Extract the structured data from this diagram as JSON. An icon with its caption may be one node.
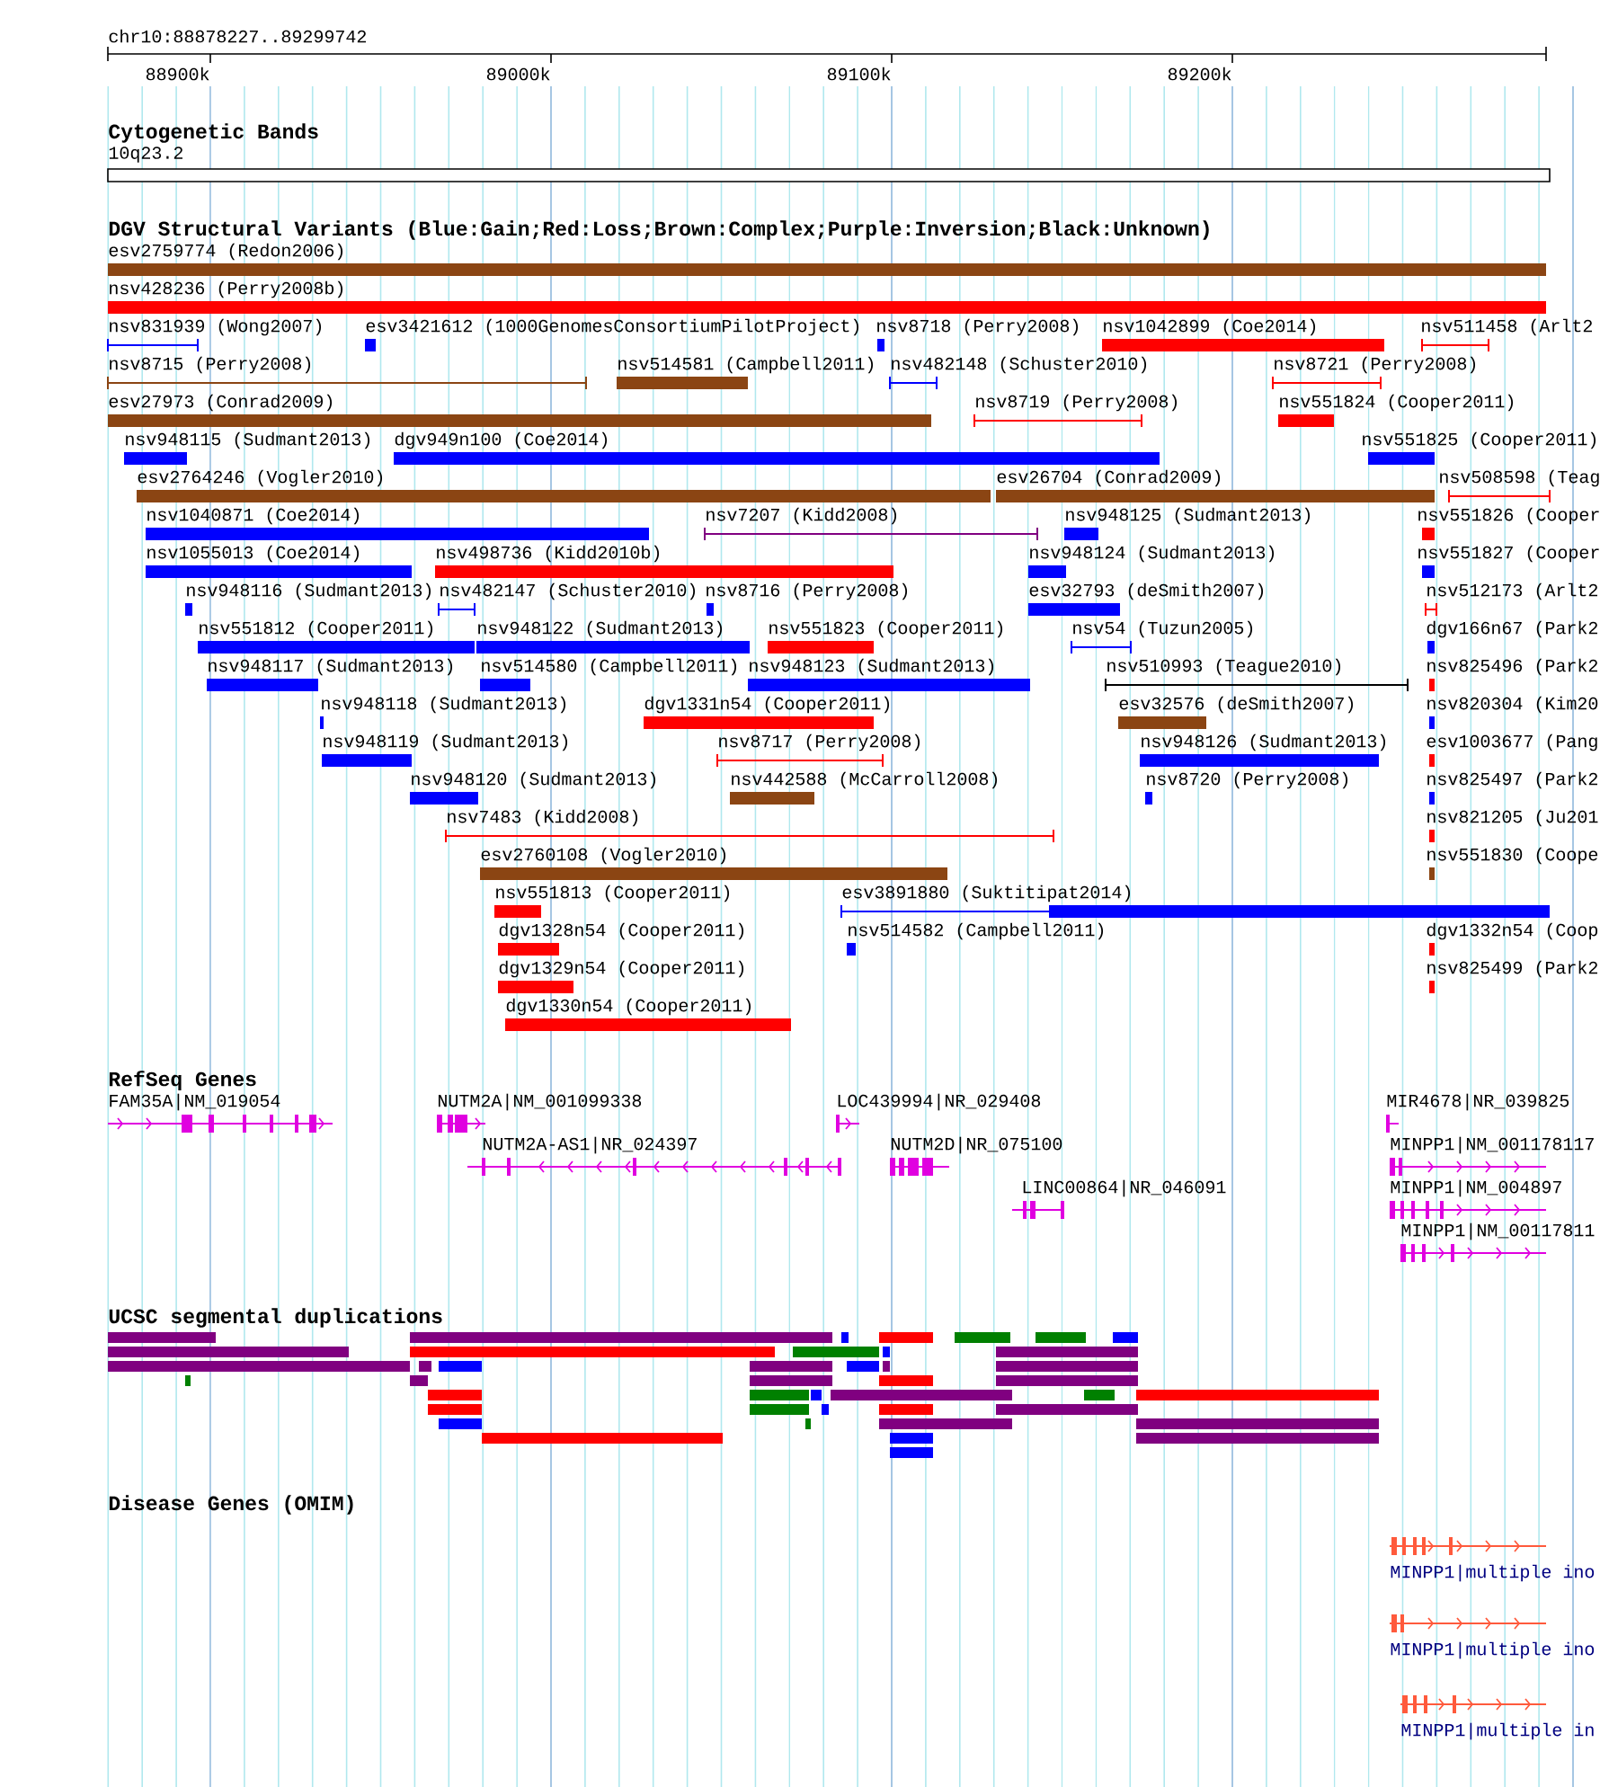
{
  "diagram": {
    "labels": [
      "chr10:88878227..89299742",
      "88900k",
      "89000k",
      "89100k",
      "89200k",
      "Cytogenetic Bands",
      "10q23.2",
      "DGV Structural Variants (Blue:Gain;Red:Loss;Brown:Complex;Purple:Inversion;Black:Unknown)",
      "esv2759774 (Redon2006)",
      "nsv428236 (Perry2008b)",
      "nsv831939 (Wong2007)",
      "esv3421612 (1000GenomesConsortiumPilotProject)",
      "nsv8718 (Perry2008)",
      "nsv1042899 (Coe2014)",
      "nsv511458 (Arlt2",
      "nsv8715 (Perry2008)",
      "nsv514581 (Campbell2011)",
      "nsv482148 (Schuster2010)",
      "nsv8721 (Perry2008)",
      "esv27973 (Conrad2009)",
      "nsv8719 (Perry2008)",
      "nsv551824 (Cooper2011)",
      "nsv948115 (Sudmant2013)",
      "dgv949n100 (Coe2014)",
      "nsv551825 (Cooper2011)",
      "esv2764246 (Vogler2010)",
      "esv26704 (Conrad2009)",
      "nsv508598 (Teag",
      "nsv1040871 (Coe2014)",
      "nsv7207 (Kidd2008)",
      "nsv948125 (Sudmant2013)",
      "nsv551826 (Cooper",
      "nsv1055013 (Coe2014)",
      "nsv498736 (Kidd2010b)",
      "nsv948124 (Sudmant2013)",
      "nsv551827 (Cooper",
      "nsv948116 (Sudmant2013)",
      "nsv482147 (Schuster2010)",
      "nsv8716 (Perry2008)",
      "esv32793 (deSmith2007)",
      "nsv512173 (Arlt2",
      "nsv551812 (Cooper2011)",
      "nsv948122 (Sudmant2013)",
      "nsv551823 (Cooper2011)",
      "nsv54 (Tuzun2005)",
      "dgv166n67 (Park2",
      "nsv948117 (Sudmant2013)",
      "nsv514580 (Campbell2011)",
      "nsv948123 (Sudmant2013)",
      "nsv510993 (Teague2010)",
      "nsv825496 (Park2",
      "nsv948118 (Sudmant2013)",
      "dgv1331n54 (Cooper2011)",
      "esv32576 (deSmith2007)",
      "nsv820304 (Kim20",
      "nsv948119 (Sudmant2013)",
      "nsv8717 (Perry2008)",
      "nsv948126 (Sudmant2013)",
      "esv1003677 (Pang",
      "nsv948120 (Sudmant2013)",
      "nsv442588 (McCarroll2008)",
      "nsv8720 (Perry2008)",
      "nsv825497 (Park2",
      "nsv7483 (Kidd2008)",
      "nsv821205 (Ju201",
      "esv2760108 (Vogler2010)",
      "nsv551830 (Coope",
      "nsv551813 (Cooper2011)",
      "esv3891880 (Suktitipat2014)",
      "dgv1328n54 (Cooper2011)",
      "nsv514582 (Campbell2011)",
      "dgv1332n54 (Coop",
      "dgv1329n54 (Cooper2011)",
      "nsv825499 (Park2",
      "dgv1330n54 (Cooper2011)",
      "RefSeq Genes",
      "FAM35A|NM_019054",
      "NUTM2A|NM_001099338",
      "LOC439994|NR_029408",
      "MIR4678|NR_039825",
      "NUTM2A-AS1|NR_024397",
      "NUTM2D|NR_075100",
      "MINPP1|NM_001178117",
      "LINC00864|NR_046091",
      "MINPP1|NM_004897",
      "MINPP1|NM_00117811",
      "UCSC segmental duplications",
      "Disease Genes (OMIM)",
      "MINPP1|multiple ino",
      "MINPP1|multiple ino",
      "MINPP1|multiple in"
    ]
  }
}
